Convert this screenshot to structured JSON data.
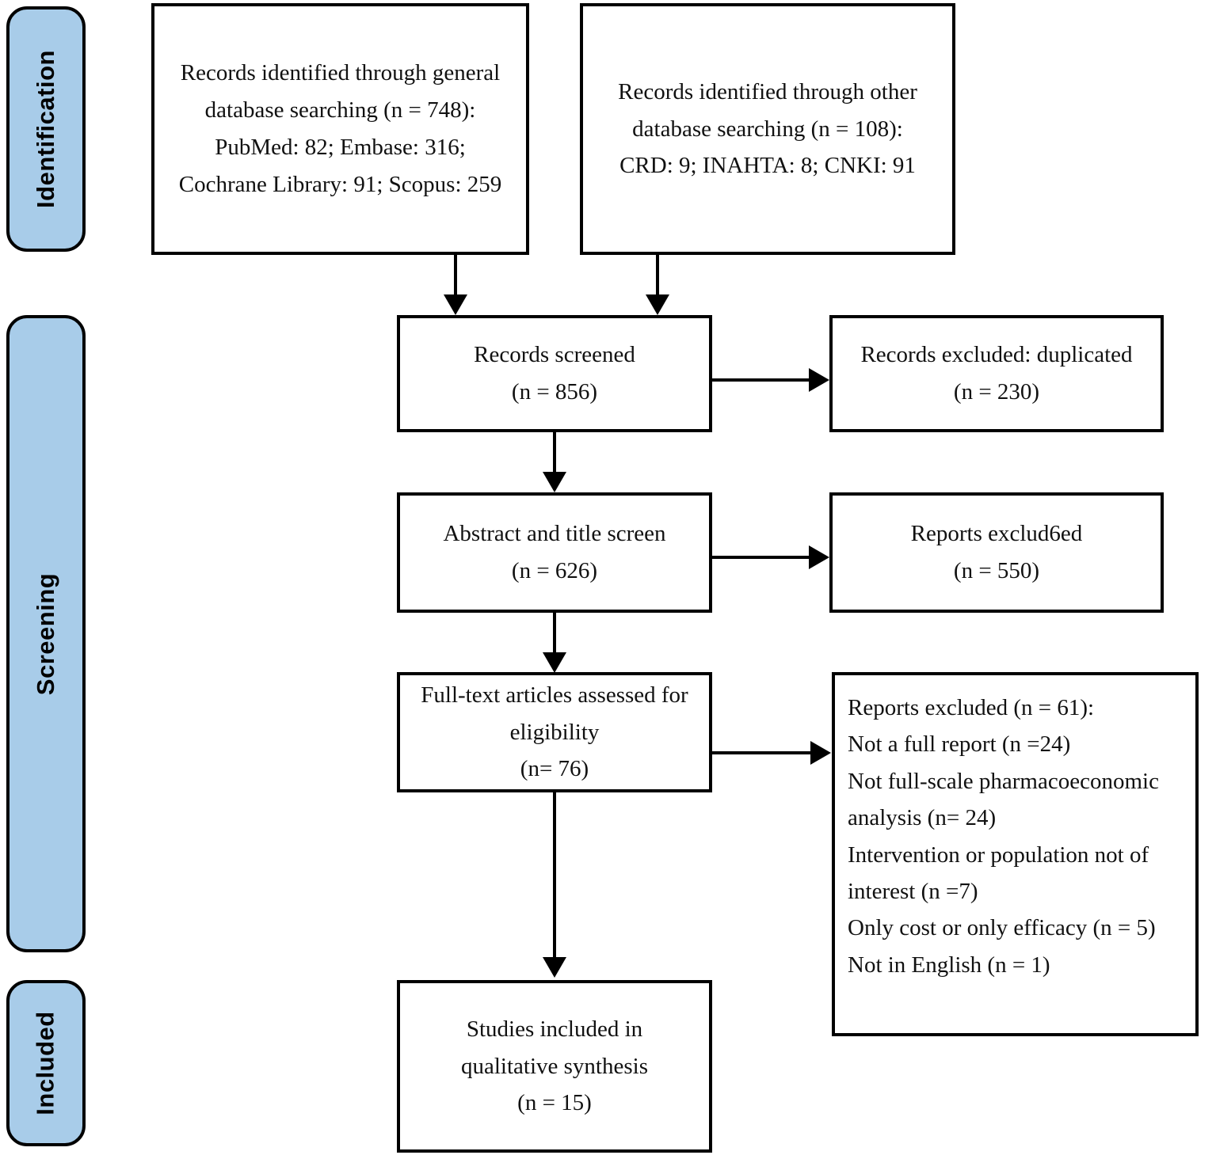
{
  "diagram": {
    "title": "PRISMA study selection flow diagram",
    "accent_color": "#a8cce9",
    "line_color": "#000000"
  },
  "stages": [
    {
      "id": "identification",
      "label": "Identification"
    },
    {
      "id": "screening",
      "label": "Screening"
    },
    {
      "id": "included",
      "label": "Included"
    }
  ],
  "boxes": {
    "general_db": {
      "lines": [
        "Records identified through general",
        "database searching (n = 748):",
        "PubMed: 82; Embase: 316;",
        "Cochrane Library: 91; Scopus: 259"
      ]
    },
    "other_db": {
      "lines": [
        "Records identified through other",
        "database searching (n = 108):",
        "CRD: 9; INAHTA: 8; CNKI: 91"
      ]
    },
    "records_screened": {
      "lines": [
        "Records screened",
        "(n = 856)"
      ]
    },
    "records_excluded_duplicated": {
      "lines": [
        "Records excluded: duplicated",
        "(n = 230)"
      ]
    },
    "abstract_title_screen": {
      "lines": [
        "Abstract and title screen",
        "(n = 626)"
      ]
    },
    "reports_excluded": {
      "lines": [
        "Reports exclud6ed",
        "(n = 550)"
      ]
    },
    "fulltext_assessed": {
      "lines": [
        "Full-text articles assessed for",
        "eligibility",
        "(n= 76)"
      ]
    },
    "exclusion_reasons": {
      "lines": [
        "Reports excluded (n = 61):",
        "Not a full report (n =24)",
        "Not full-scale pharmacoeconomic",
        "analysis (n= 24)",
        "Intervention or population not of",
        "interest (n =7)",
        "Only cost or only efficacy (n = 5)",
        "Not in English (n = 1)"
      ]
    },
    "studies_included": {
      "lines": [
        "Studies included in",
        "qualitative synthesis",
        "(n = 15)"
      ]
    }
  }
}
